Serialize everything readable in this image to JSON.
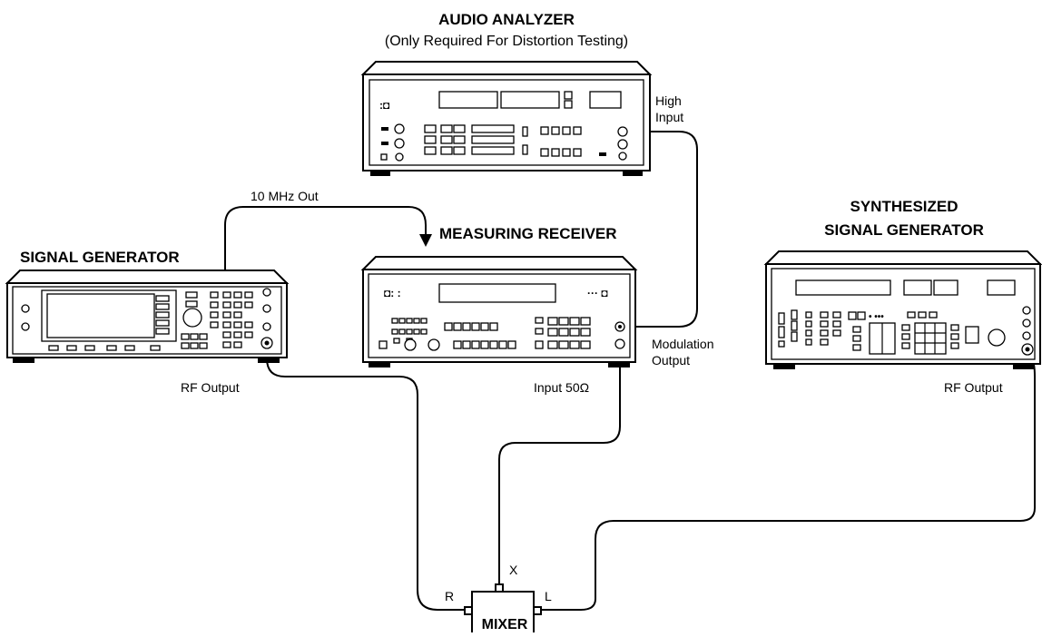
{
  "labels": {
    "audio_analyzer_title": "AUDIO ANALYZER",
    "audio_analyzer_sub": "(Only Required For Distortion Testing)",
    "high_input_1": "High",
    "high_input_2": "Input",
    "ten_mhz_out": "10 MHz Out",
    "measuring_receiver_title": "MEASURING RECEIVER",
    "signal_generator_title": "SIGNAL GENERATOR",
    "synth_title_1": "SYNTHESIZED",
    "synth_title_2": "SIGNAL GENERATOR",
    "modulation_output_1": "Modulation",
    "modulation_output_2": "Output",
    "rf_output_left": "RF Output",
    "input_50": "Input 50Ω",
    "rf_output_right": "RF Output",
    "mixer_r": "R",
    "mixer_x": "X",
    "mixer_l": "L",
    "mixer_title": "MIXER"
  }
}
